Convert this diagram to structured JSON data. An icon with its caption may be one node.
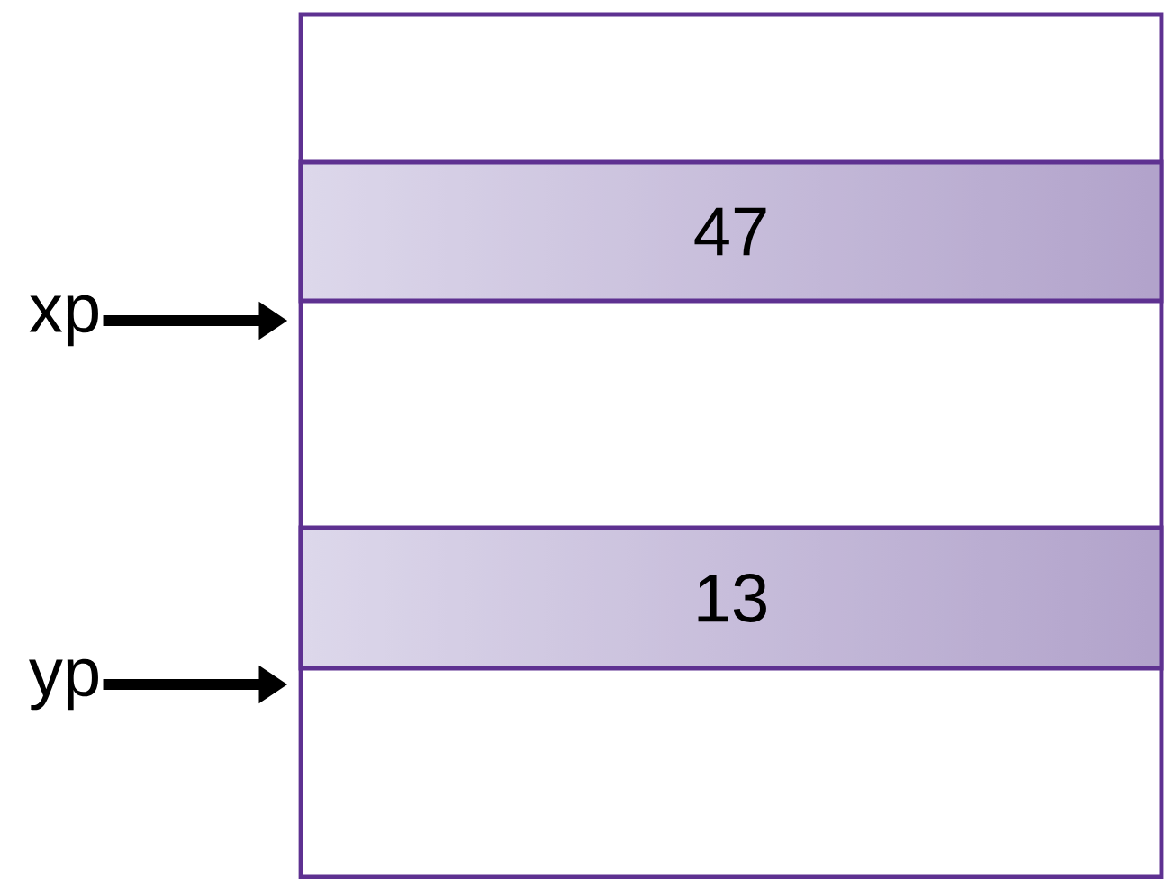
{
  "diagram": {
    "nodes": [
      {
        "text": [],
        "shape": "box"
      },
      {
        "text": [
          "47"
        ],
        "in": 0
      },
      {
        "text": [
          "13"
        ],
        "in": 0
      },
      {
        "text": [
          "xp"
        ]
      },
      {
        "text": [
          "yp"
        ]
      }
    ],
    "edges": [
      {
        "from": 3,
        "to": 1,
        "arrow": "to"
      },
      {
        "from": 4,
        "to": 2,
        "arrow": "to"
      }
    ]
  }
}
